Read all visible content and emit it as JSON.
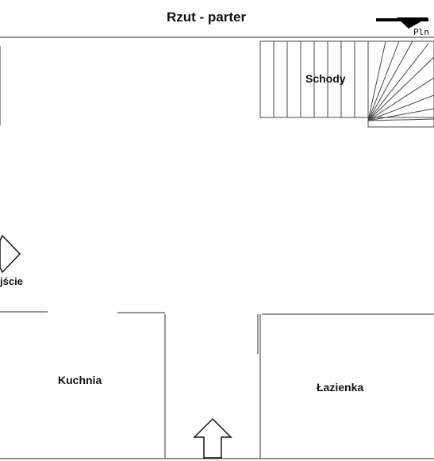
{
  "title": "Rzut - parter",
  "north_marker": "Pln",
  "rooms": {
    "stairs": "Schody",
    "entrance": "jście",
    "kitchen": "Kuchnia",
    "bathroom": "Łazienka"
  },
  "colors": {
    "line": "#555555",
    "ink": "#111111",
    "background": "#ffffff"
  },
  "icons": [
    "north-arrow-icon",
    "entrance-arrow-icon",
    "up-arrow-icon"
  ]
}
